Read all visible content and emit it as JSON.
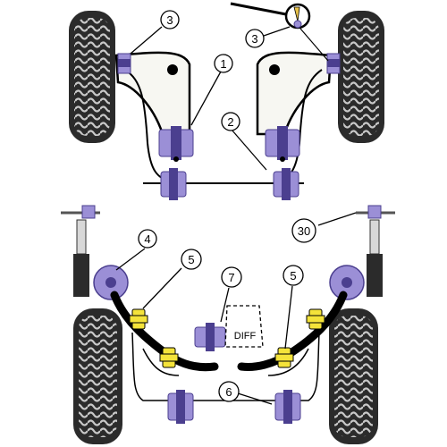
{
  "colors": {
    "bush": "#9b8fd6",
    "bush_dark": "#4b3f8f",
    "yellow": "#f4e33a",
    "tyre": "#2b2b2b",
    "tread": "#bfbfbf",
    "arm_fill": "#f7f7f2"
  },
  "front": {
    "labels": {
      "c1": "1",
      "c2": "2",
      "c3_left": "3",
      "c3_right": "3"
    },
    "zoom_icon": "magnifier-icon"
  },
  "rear": {
    "labels": {
      "c4": "4",
      "c5_left": "5",
      "c5_right": "5",
      "c6": "6",
      "c7": "7",
      "c30": "30"
    },
    "diff_label": "DIFF"
  }
}
